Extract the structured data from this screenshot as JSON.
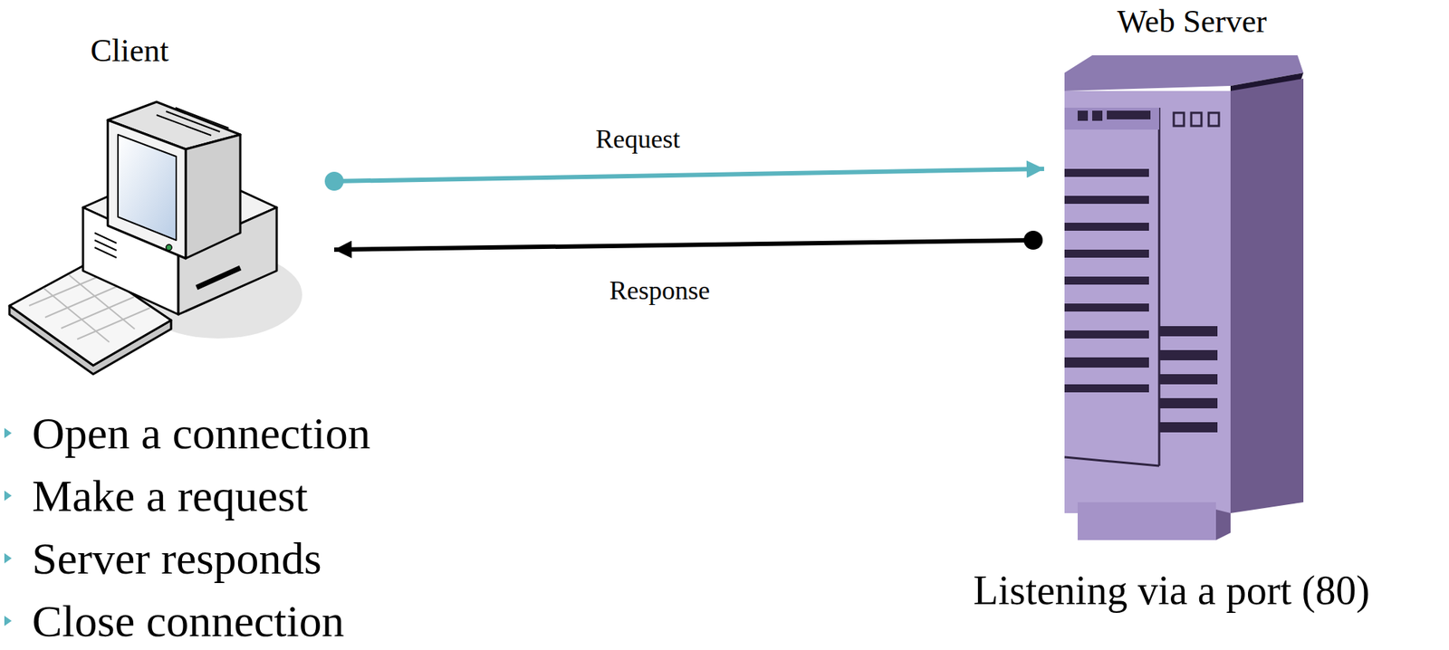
{
  "diagram": {
    "nodes": [
      {
        "text": [
          "Client"
        ]
      },
      {
        "text": [
          "Web Server",
          "Listening via a port (80)"
        ]
      }
    ],
    "edges": [
      {
        "from": 0,
        "to": 1,
        "label": "Request",
        "arrow": "to"
      },
      {
        "from": 1,
        "to": 0,
        "label": "Response",
        "arrow": "to"
      }
    ],
    "labels": [
      "Open a connection",
      "Make a request",
      "Server responds",
      "Close connection"
    ]
  }
}
